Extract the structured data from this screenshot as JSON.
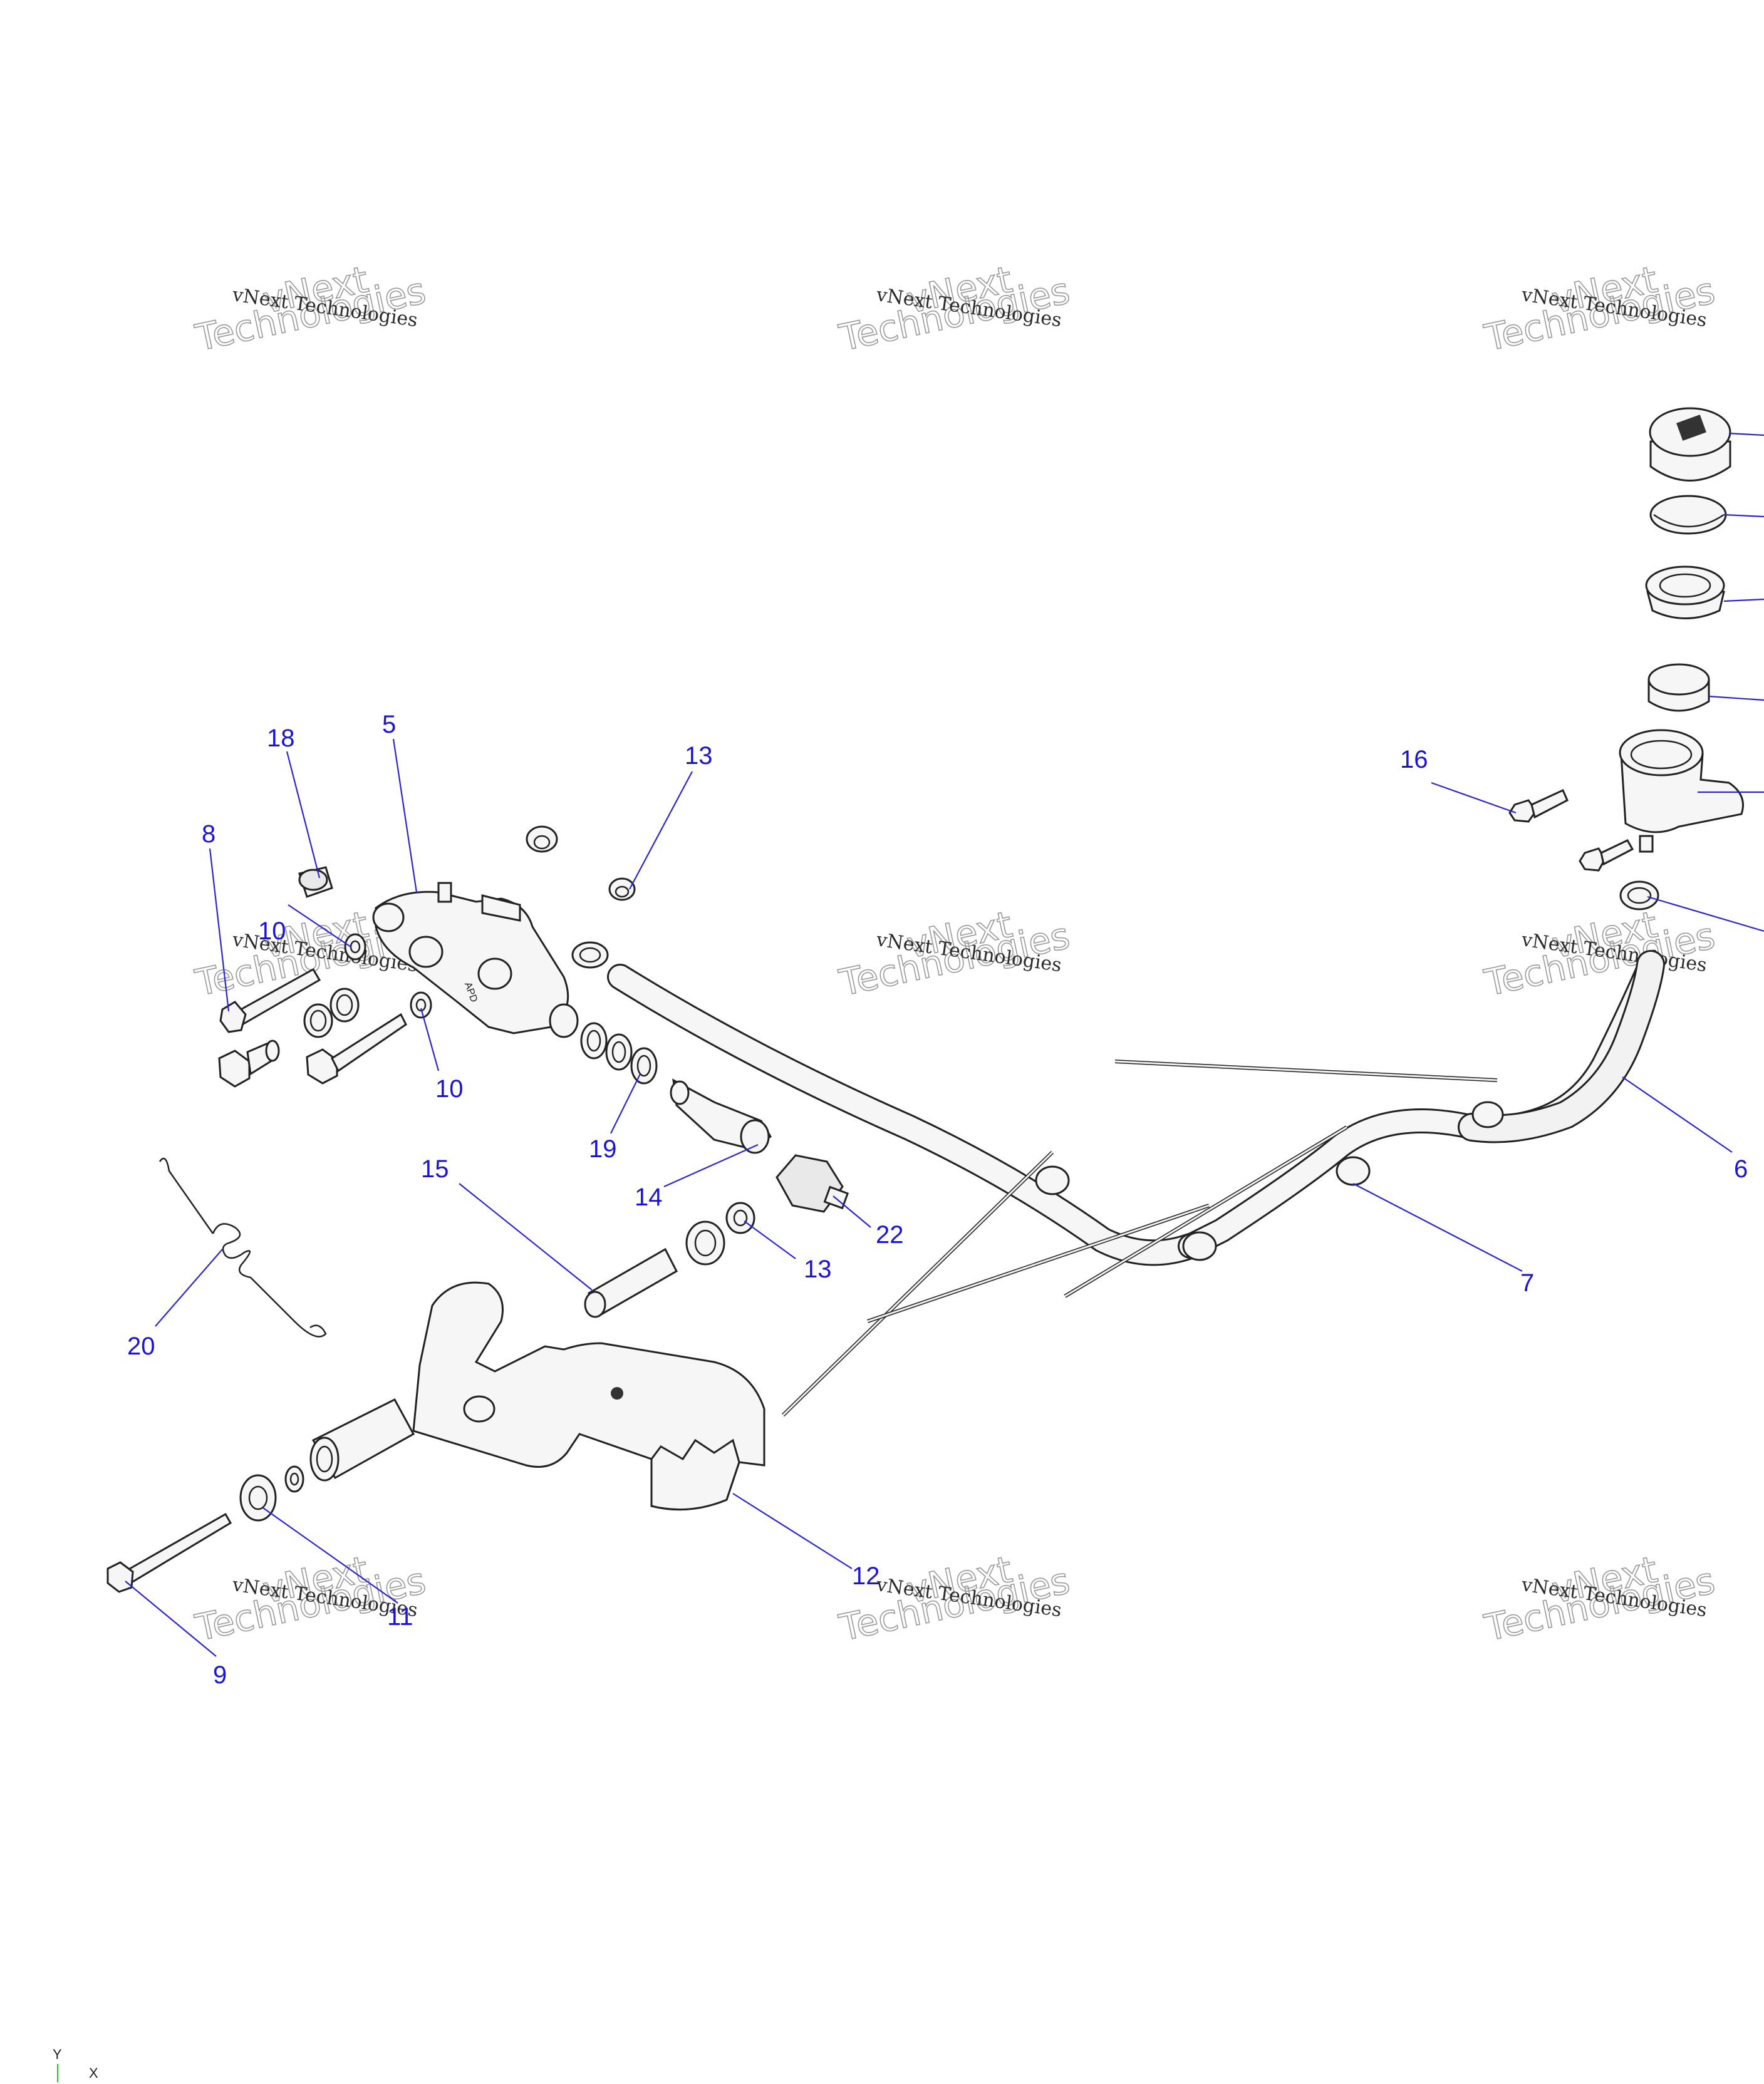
{
  "watermark": {
    "line1": "vNext Technologies",
    "line2a": "vNext",
    "line2b": "Technologies"
  },
  "callouts": [
    {
      "id": "c18",
      "text": "18"
    },
    {
      "id": "c5",
      "text": "5"
    },
    {
      "id": "c8",
      "text": "8"
    },
    {
      "id": "c13a",
      "text": "13"
    },
    {
      "id": "c10a",
      "text": "10"
    },
    {
      "id": "c10b",
      "text": "10"
    },
    {
      "id": "c19",
      "text": "19"
    },
    {
      "id": "c14",
      "text": "14"
    },
    {
      "id": "c15",
      "text": "15"
    },
    {
      "id": "c22",
      "text": "22"
    },
    {
      "id": "c13b",
      "text": "13"
    },
    {
      "id": "c20",
      "text": "20"
    },
    {
      "id": "c16",
      "text": "16"
    },
    {
      "id": "c6",
      "text": "6"
    },
    {
      "id": "c7",
      "text": "7"
    },
    {
      "id": "c12",
      "text": "12"
    },
    {
      "id": "c11",
      "text": "11"
    },
    {
      "id": "c9",
      "text": "9"
    }
  ],
  "axis": {
    "y": "Y",
    "x": "X"
  },
  "colors": {
    "callout": "#1a14d8",
    "leader": "#2a24d8",
    "line": "#222222",
    "axis_y": "#22cc22"
  }
}
